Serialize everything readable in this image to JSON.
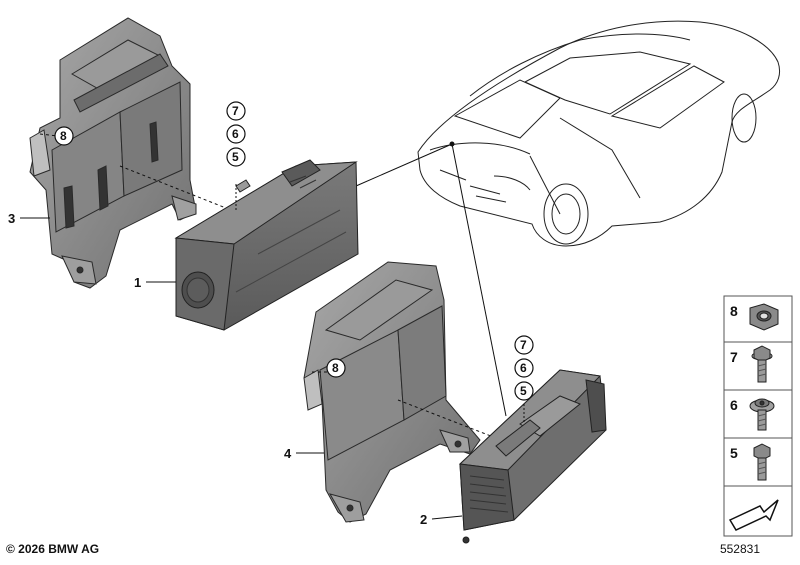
{
  "callouts": {
    "part1": "1",
    "part2": "2",
    "part3": "3",
    "part4": "4"
  },
  "circled_upper": [
    "7",
    "6",
    "5"
  ],
  "circled_lower": [
    "7",
    "6",
    "5"
  ],
  "circled_8_upper": "8",
  "circled_8_lower": "8",
  "legend_panel": [
    "8",
    "7",
    "6",
    "5"
  ],
  "copyright": "© 2026 BMW AG",
  "diagram_id": "552831",
  "colors": {
    "part_fill": "#8c8c8c",
    "part_dark": "#555555",
    "part_light": "#b5b5b5",
    "outline": "#222222"
  }
}
